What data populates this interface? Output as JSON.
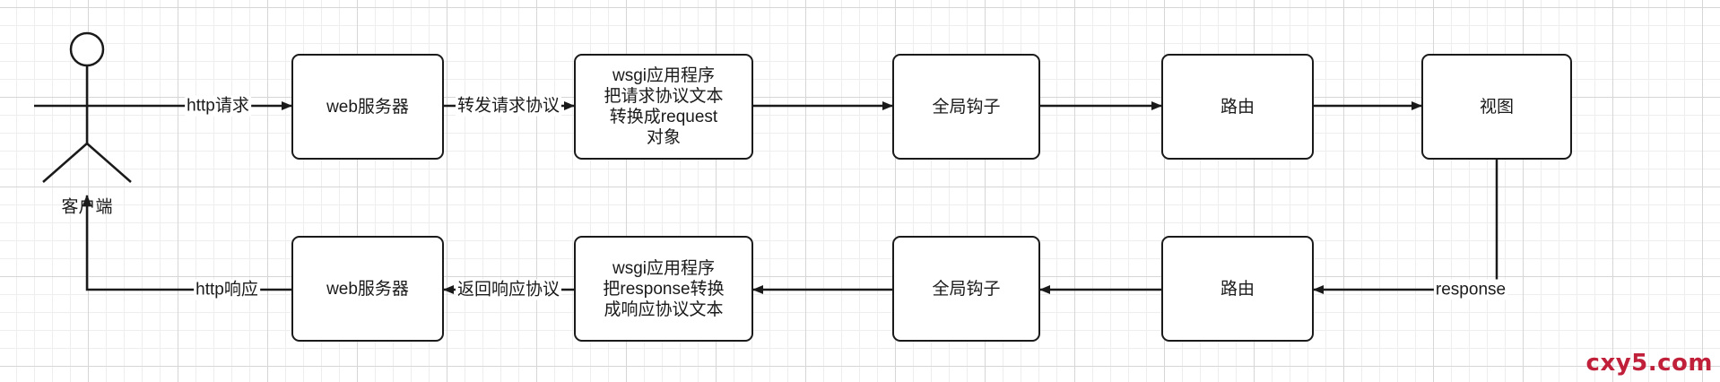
{
  "actor": {
    "label": "客户端"
  },
  "top_row": {
    "web_server": "web服务器",
    "wsgi": "wsgi应用程序\n把请求协议文本\n转换成request\n对象",
    "hooks": "全局钩子",
    "router": "路由",
    "view": "视图"
  },
  "bottom_row": {
    "web_server": "web服务器",
    "wsgi": "wsgi应用程序\n把response转换\n成响应协议文本",
    "hooks": "全局钩子",
    "router": "路由"
  },
  "edge_labels": {
    "http_request": "http请求",
    "forward_request": "转发请求协议",
    "return_response": "返回响应协议",
    "http_response": "http响应",
    "response": "response"
  },
  "watermark": "cxy5.com",
  "colors": {
    "stroke": "#1a1a1a",
    "watermark": "#c0203a"
  }
}
